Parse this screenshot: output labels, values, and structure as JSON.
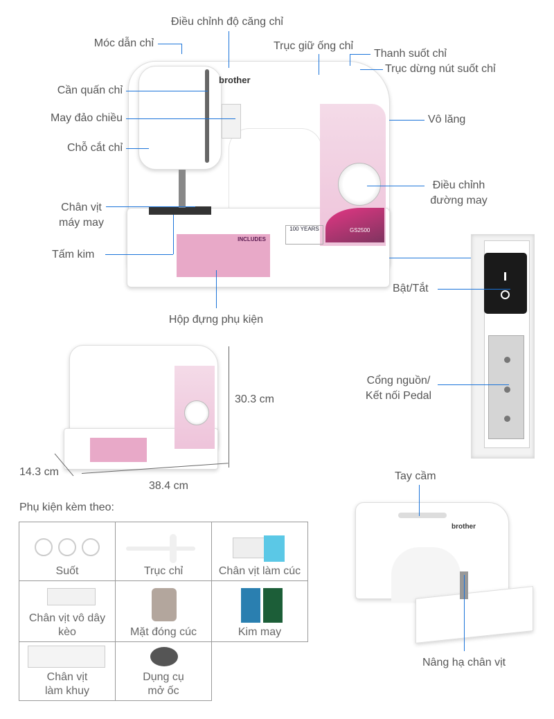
{
  "main_labels": {
    "tension": "Điều chỉnh độ căng chỉ",
    "thread_guide": "Móc dẫn chỉ",
    "spool_pin": "Trục giữ ống chỉ",
    "bobbin_winder_shaft": "Thanh suốt chỉ",
    "bobbin_stopper": "Trục dừng nút suốt chỉ",
    "take_up_lever": "Cần quấn chỉ",
    "reverse": "May đảo chiều",
    "thread_cutter": "Chỗ cắt chỉ",
    "handwheel": "Vô lăng",
    "presser_foot_1": "Chân vịt",
    "presser_foot_2": "máy may",
    "needle_plate": "Tấm kim",
    "stitch_dial_1": "Điều chỉnh",
    "stitch_dial_2": "đường may",
    "accessory_box": "Hộp đựng phụ kiện",
    "power_switch": "Bật/Tắt",
    "power_port_1": "Cổng nguồn/",
    "power_port_2": "Kết nối Pedal",
    "handle": "Tay cầm",
    "presser_lift": "Nâng hạ chân vịt"
  },
  "machine": {
    "brand": "brother",
    "model": "GS2500",
    "badge": "100 YEARS",
    "panel_text": "INCLUDES"
  },
  "dimensions": {
    "height": "30.3 cm",
    "depth": "14.3 cm",
    "width": "38.4 cm"
  },
  "accessories": {
    "title": "Phụ kiện kèm theo:",
    "items": [
      {
        "name": "Suốt"
      },
      {
        "name": "Trục chỉ"
      },
      {
        "name": "Chân vịt làm cúc"
      },
      {
        "name": "Chân vịt vô dây kèo"
      },
      {
        "name": "Mặt đóng cúc"
      },
      {
        "name": "Kim may"
      },
      {
        "name": "Chân vịt làm khuy"
      },
      {
        "name": "Dụng cụ mở ốc"
      }
    ]
  },
  "colors": {
    "line": "#1a73d9",
    "pink": "#eec3da",
    "magenta": "#c2185b"
  }
}
